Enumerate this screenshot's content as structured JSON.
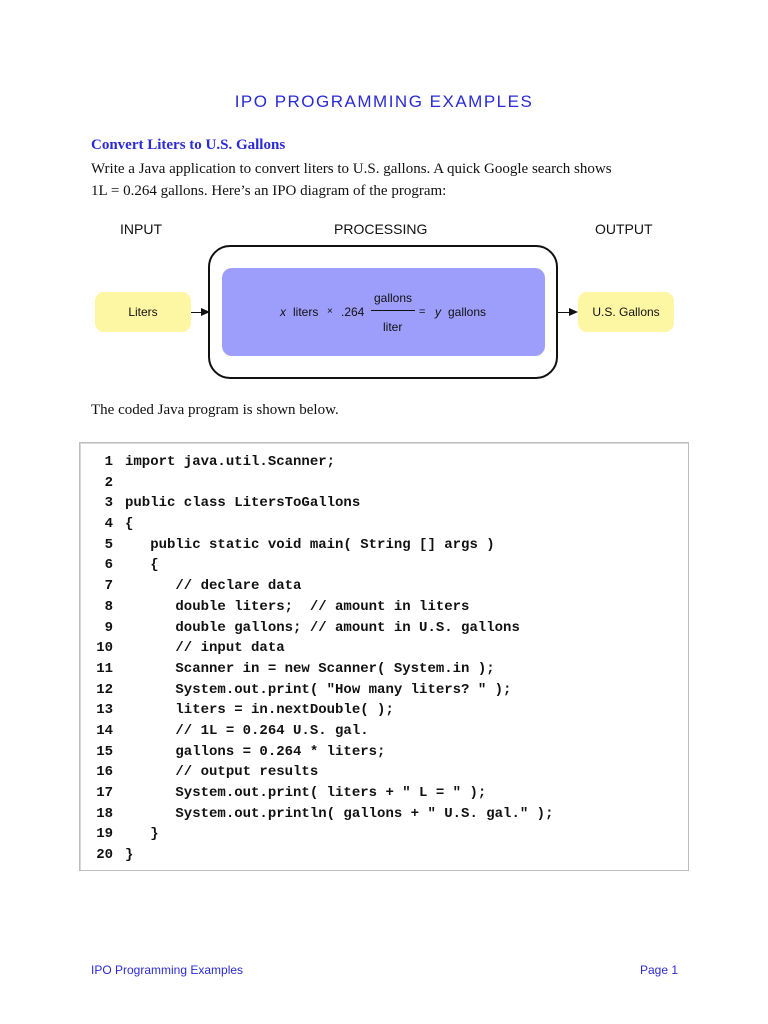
{
  "title": "IPO PROGRAMMING EXAMPLES",
  "section": {
    "heading": "Convert Liters to U.S. Gallons",
    "intro_lines": [
      "Write a Java application to convert liters to U.S. gallons. A quick Google search shows",
      "1L = 0.264 gallons. Here’s an IPO diagram of the program:"
    ]
  },
  "diagram": {
    "labels": {
      "input": "INPUT",
      "processing": "PROCESSING",
      "output": "OUTPUT"
    },
    "input_box": "Liters",
    "output_box": "U.S. Gallons",
    "formula": {
      "x": "x",
      "liters": "liters",
      "times": "×",
      "factor": ".264",
      "numerator": "gallons",
      "denominator": "liter",
      "equals": "=",
      "y": "y",
      "result_unit": "gallons"
    },
    "colors": {
      "io_fill": "#fdf6a3",
      "processing_fill": "#9d9dfb"
    }
  },
  "code_caption": "The coded Java program is shown below.",
  "code_lines": [
    "import java.util.Scanner;",
    "",
    "public class LitersToGallons",
    "{",
    "   public static void main( String [] args )",
    "   {",
    "      // declare data",
    "      double liters;  // amount in liters",
    "      double gallons; // amount in U.S. gallons",
    "      // input data",
    "      Scanner in = new Scanner( System.in );",
    "      System.out.print( \"How many liters? \" );",
    "      liters = in.nextDouble( );",
    "      // 1L = 0.264 U.S. gal.",
    "      gallons = 0.264 * liters;",
    "      // output results",
    "      System.out.print( liters + \" L = \" );",
    "      System.out.println( gallons + \" U.S. gal.\" );",
    "   }",
    "}"
  ],
  "footer": {
    "left": "IPO Programming Examples",
    "right": "Page 1"
  },
  "accent_color": "#2a2ad6"
}
